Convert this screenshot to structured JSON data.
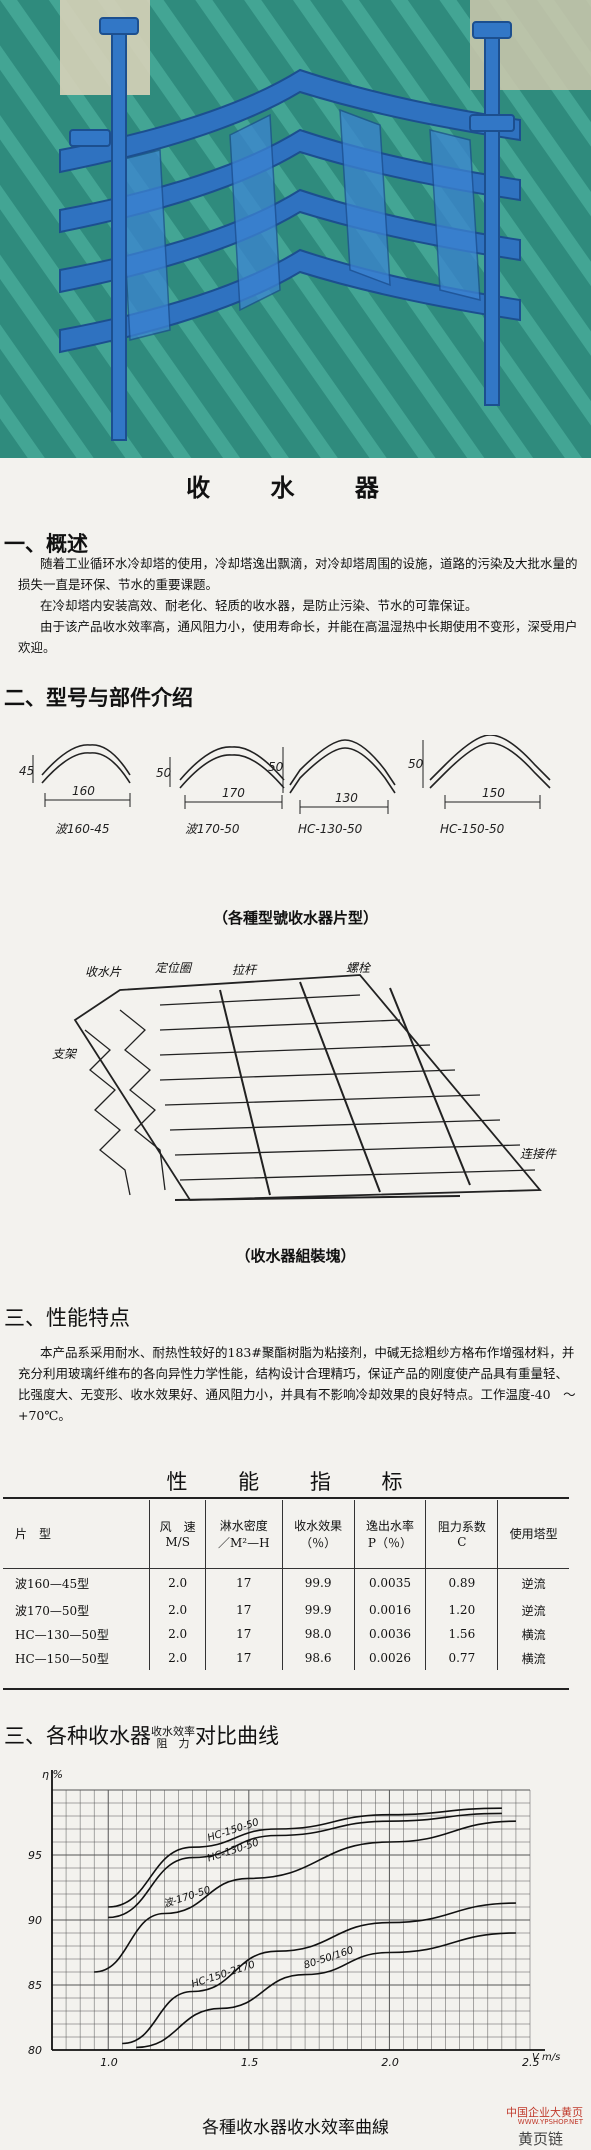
{
  "title": "收 水 器",
  "sections": {
    "s1": "一、概述",
    "s2": "二、型号与部件介绍",
    "s3": "三、性能特点",
    "s4_prefix": "三、各种收水器",
    "s4_stack_top": "收水效率",
    "s4_stack_bottom": "阻",
    "s4_mid": "力",
    "s4_suffix": "对比曲线"
  },
  "overview": [
    "随着工业循环水冷却塔的使用，冷却塔逸出飘滴，对冷却塔周围的设施，道路的污染及大批水量的损失一直是环保、节水的重要课题。",
    "在冷却塔内安装高效、耐老化、轻质的收水器，是防止污染、节水的可靠保证。",
    "由于该产品收水效率高，通风阻力小，使用寿命长，并能在高温湿热中长期使用不变形，深受用户欢迎。"
  ],
  "profiles": [
    {
      "label": "波160-45",
      "dim_w": "160",
      "dim_h": "45"
    },
    {
      "label": "波170-50",
      "dim_w": "170",
      "dim_h": "50"
    },
    {
      "label": "HC-130-50",
      "dim_w": "130",
      "dim_h": "50"
    },
    {
      "label": "HC-150-50",
      "dim_w": "150",
      "dim_h": "50"
    }
  ],
  "captions": {
    "profiles": "（各種型號收水器片型）",
    "assembly": "（收水器組裝塊）",
    "curve": "各種收水器收水效率曲線"
  },
  "assembly_labels": {
    "sheet": "收水片",
    "positioner": "定位圈",
    "tie_rod": "拉杆",
    "nut": "螺栓",
    "support": "支架",
    "connector": "连接件"
  },
  "features": "本产品系采用耐水、耐热性较好的183#聚酯树脂为粘接剂，中碱无捻粗纱方格布作增强材料，并充分利用玻璃纤维布的各向异性力学性能，结构设计合理精巧，保证产品的刚度使产品具有重量轻、比强度大、无变形、收水效果好、通风阻力小，并具有不影响冷却效果的良好特点。工作温度-40　～+70℃。",
  "spec_title": "性 能 指 标",
  "spec_table": {
    "headers": [
      {
        "line1": "片　型",
        "line2": ""
      },
      {
        "line1": "风　速",
        "line2": "M/S"
      },
      {
        "line1": "淋水密度",
        "line2": "／M²—H"
      },
      {
        "line1": "收水效果",
        "line2": "（％）"
      },
      {
        "line1": "逸出水率",
        "line2": "P（％）"
      },
      {
        "line1": "阻力系数",
        "line2": "C"
      },
      {
        "line1": "使用塔型",
        "line2": ""
      }
    ],
    "rows": [
      [
        "波160—45型",
        "2.0",
        "17",
        "99.9",
        "0.0035",
        "0.89",
        "逆流"
      ],
      [
        "波170—50型",
        "2.0",
        "17",
        "99.9",
        "0.0016",
        "1.20",
        "逆流"
      ],
      [
        "HC—130—50型",
        "2.0",
        "17",
        "98.0",
        "0.0036",
        "1.56",
        "横流"
      ],
      [
        "HC—150—50型",
        "2.0",
        "17",
        "98.6",
        "0.0026",
        "0.77",
        "横流"
      ]
    ]
  },
  "chart_data": {
    "type": "line",
    "title": "各種收水器收水效率曲線",
    "ylabel": "η %",
    "xlabel": "V m/s",
    "xlim": [
      0.8,
      2.5
    ],
    "ylim": [
      80,
      100
    ],
    "x_ticks": [
      "1.0",
      "1.5",
      "2.0",
      "2.5"
    ],
    "y_ticks": [
      "80",
      "85",
      "90",
      "95"
    ],
    "grid": true,
    "series": [
      {
        "name": "HC-150-50",
        "x": [
          1.0,
          1.3,
          1.6,
          2.0,
          2.4
        ],
        "y": [
          91.0,
          95.6,
          97.0,
          98.1,
          98.6
        ]
      },
      {
        "name": "HC-130-50",
        "x": [
          1.0,
          1.3,
          1.6,
          2.0,
          2.4
        ],
        "y": [
          90.2,
          94.8,
          96.5,
          97.6,
          98.2
        ]
      },
      {
        "name": "波-170-50",
        "x": [
          0.95,
          1.2,
          1.5,
          2.0,
          2.45
        ],
        "y": [
          86.0,
          90.5,
          93.2,
          96.0,
          97.6
        ]
      },
      {
        "name": "HC-150-2170",
        "x": [
          1.05,
          1.3,
          1.6,
          2.0,
          2.45
        ],
        "y": [
          80.5,
          84.5,
          87.6,
          89.8,
          91.3
        ]
      },
      {
        "name": "80-50/160",
        "x": [
          1.1,
          1.4,
          1.7,
          2.0,
          2.45
        ],
        "y": [
          80.2,
          83.2,
          85.8,
          87.5,
          89.0
        ]
      }
    ]
  },
  "watermark": {
    "line1": "中国企业大黄页",
    "line2": "WWW.YPSHOP.NET",
    "line3": "黄页链"
  },
  "colors": {
    "photo_green": "#2c8074",
    "deflector_blue": "#2f72c0",
    "watermark_red": "#c0392b"
  }
}
